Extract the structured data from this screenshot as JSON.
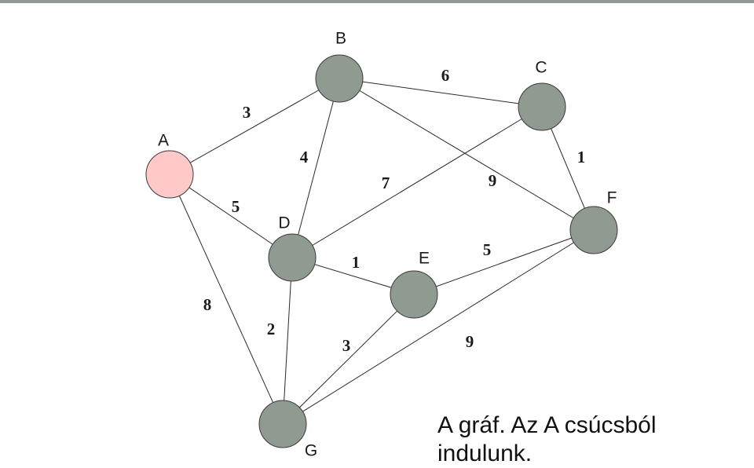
{
  "colors": {
    "node_fill": "#8f9a91",
    "start_node_fill": "#ffc9c9",
    "top_rule": "#8f9892"
  },
  "graph": {
    "start": "A",
    "nodes": [
      {
        "id": "A",
        "label": "A"
      },
      {
        "id": "B",
        "label": "B"
      },
      {
        "id": "C",
        "label": "C"
      },
      {
        "id": "D",
        "label": "D"
      },
      {
        "id": "E",
        "label": "E"
      },
      {
        "id": "F",
        "label": "F"
      },
      {
        "id": "G",
        "label": "G"
      }
    ],
    "edges": [
      {
        "from": "A",
        "to": "B",
        "weight": "3"
      },
      {
        "from": "A",
        "to": "D",
        "weight": "5"
      },
      {
        "from": "A",
        "to": "G",
        "weight": "8"
      },
      {
        "from": "B",
        "to": "C",
        "weight": "6"
      },
      {
        "from": "B",
        "to": "D",
        "weight": "4"
      },
      {
        "from": "B",
        "to": "F",
        "weight": "9"
      },
      {
        "from": "C",
        "to": "D",
        "weight": "7"
      },
      {
        "from": "C",
        "to": "F",
        "weight": "1"
      },
      {
        "from": "D",
        "to": "E",
        "weight": "1"
      },
      {
        "from": "D",
        "to": "G",
        "weight": "2"
      },
      {
        "from": "E",
        "to": "F",
        "weight": "5"
      },
      {
        "from": "E",
        "to": "G",
        "weight": "3"
      },
      {
        "from": "F",
        "to": "G",
        "weight": "9"
      }
    ]
  },
  "caption": {
    "line1": "A gráf. Az A csúcsból",
    "line2": "indulunk."
  }
}
